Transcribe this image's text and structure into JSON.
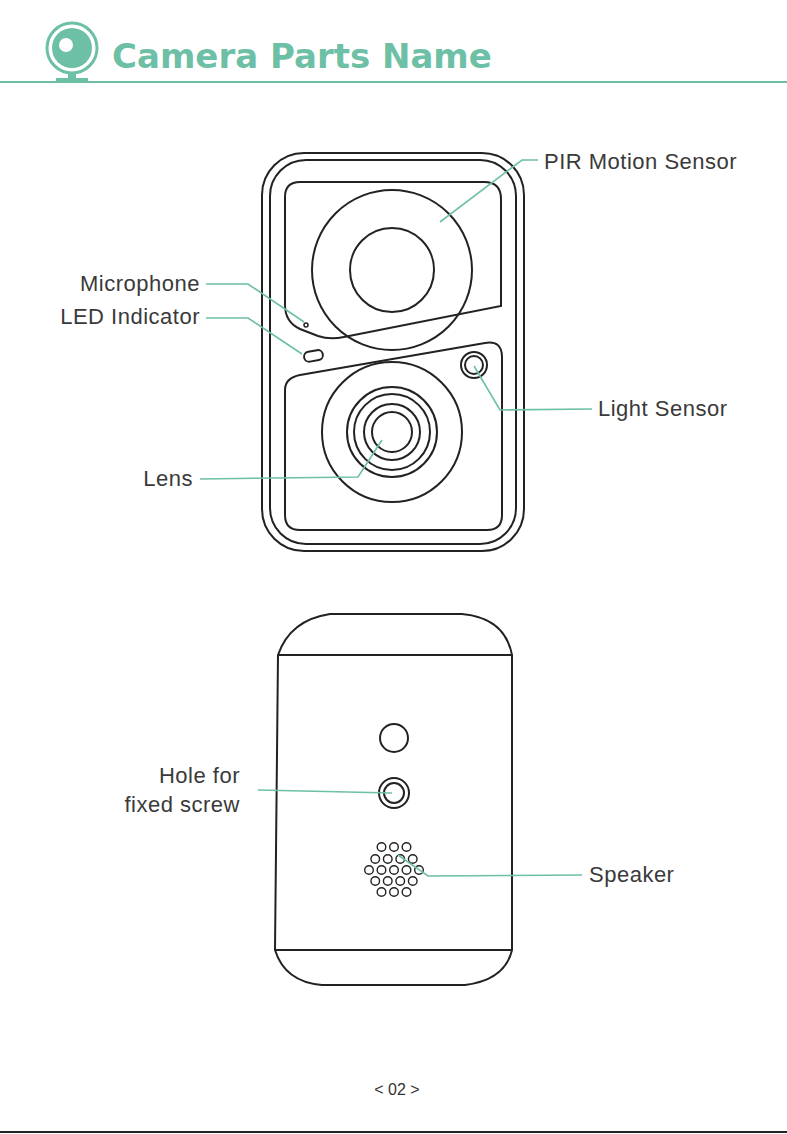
{
  "diagram": {
    "title": "Camera Parts Name",
    "labels": [
      "PIR Motion Sensor",
      "Microphone",
      "LED Indicator",
      "Light Sensor",
      "Lens",
      "Hole for fixed screw",
      "Speaker",
      "< 02 >"
    ]
  }
}
